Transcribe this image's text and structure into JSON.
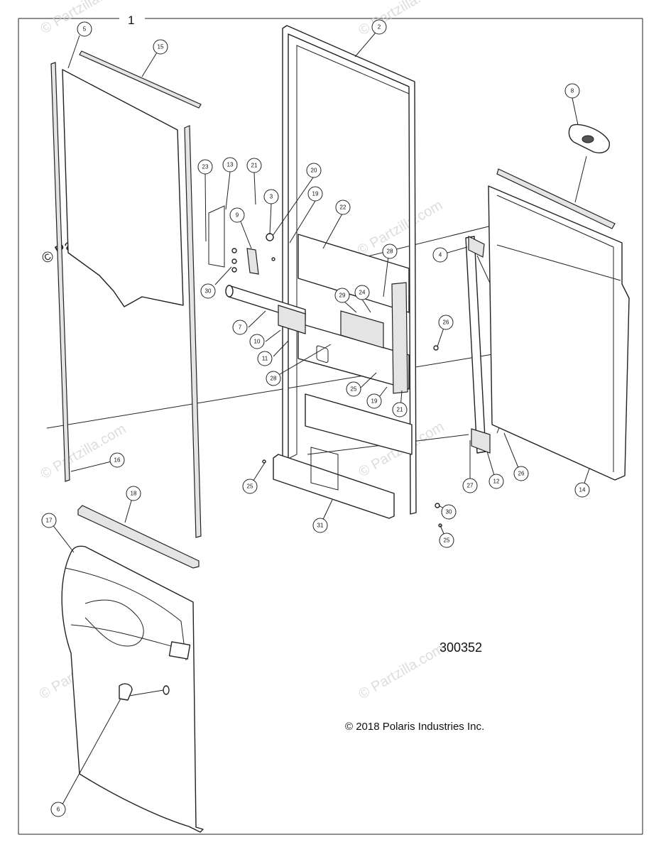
{
  "diagram": {
    "item_number": "1",
    "diagram_number": "300352",
    "copyright": "© 2018 Polaris Industries Inc.",
    "watermark_text": "© Partzilla.com",
    "watermark_faded": "© Partzilla.com"
  },
  "callouts": [
    {
      "label": "1"
    },
    {
      "label": "2"
    },
    {
      "label": "3"
    },
    {
      "label": "4"
    },
    {
      "label": "5"
    },
    {
      "label": "6"
    },
    {
      "label": "7"
    },
    {
      "label": "8"
    },
    {
      "label": "9"
    },
    {
      "label": "10"
    },
    {
      "label": "11"
    },
    {
      "label": "12"
    },
    {
      "label": "13"
    },
    {
      "label": "14"
    },
    {
      "label": "15"
    },
    {
      "label": "16"
    },
    {
      "label": "17"
    },
    {
      "label": "18"
    },
    {
      "label": "19"
    },
    {
      "label": "19"
    },
    {
      "label": "20"
    },
    {
      "label": "21"
    },
    {
      "label": "21"
    },
    {
      "label": "22"
    },
    {
      "label": "23"
    },
    {
      "label": "24"
    },
    {
      "label": "25"
    },
    {
      "label": "25"
    },
    {
      "label": "25"
    },
    {
      "label": "26"
    },
    {
      "label": "26"
    },
    {
      "label": "27"
    },
    {
      "label": "28"
    },
    {
      "label": "28"
    },
    {
      "label": "29"
    },
    {
      "label": "30"
    },
    {
      "label": "30"
    },
    {
      "label": "31"
    }
  ]
}
